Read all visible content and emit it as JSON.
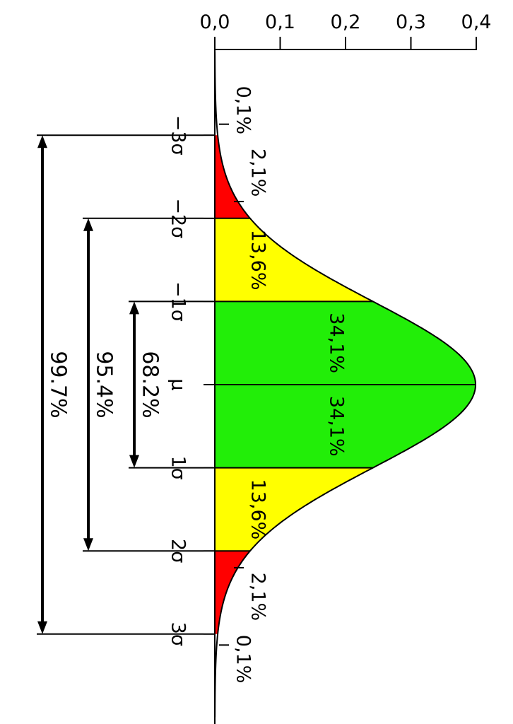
{
  "chart_data": {
    "type": "area",
    "title": "",
    "xlabel": "",
    "ylabel": "",
    "orientation": "rotated-90-clockwise",
    "x_range": [
      -4,
      4
    ],
    "y_range": [
      0,
      0.4
    ],
    "y_ticks": [
      {
        "value": 0.0,
        "label": "0,0"
      },
      {
        "value": 0.1,
        "label": "0,1"
      },
      {
        "value": 0.2,
        "label": "0,2"
      },
      {
        "value": 0.3,
        "label": "0,3"
      },
      {
        "value": 0.4,
        "label": "0,4"
      }
    ],
    "x_ticks": [
      {
        "value": -3,
        "label": "−3σ"
      },
      {
        "value": -2,
        "label": "−2σ"
      },
      {
        "value": -1,
        "label": "−1σ"
      },
      {
        "value": 0,
        "label": "μ"
      },
      {
        "value": 1,
        "label": "1σ"
      },
      {
        "value": 2,
        "label": "2σ"
      },
      {
        "value": 3,
        "label": "3σ"
      }
    ],
    "curve": "standard normal probability density",
    "bands": [
      {
        "from": -3,
        "to": -2,
        "percent": 2.1,
        "label": "2,1%",
        "color": "#ff0000"
      },
      {
        "from": -2,
        "to": -1,
        "percent": 13.6,
        "label": "13,6%",
        "color": "#ffff00"
      },
      {
        "from": -1,
        "to": 0,
        "percent": 34.1,
        "label": "34,1%",
        "color": "#22ee08"
      },
      {
        "from": 0,
        "to": 1,
        "percent": 34.1,
        "label": "34,1%",
        "color": "#22ee08"
      },
      {
        "from": 1,
        "to": 2,
        "percent": 13.6,
        "label": "13,6%",
        "color": "#ffff00"
      },
      {
        "from": 2,
        "to": 3,
        "percent": 2.1,
        "label": "2,1%",
        "color": "#ff0000"
      }
    ],
    "tails": [
      {
        "side": "left",
        "percent": 0.1,
        "label": "0,1%"
      },
      {
        "side": "right",
        "percent": 0.1,
        "label": "0,1%"
      }
    ],
    "ranges": [
      {
        "from": -1,
        "to": 1,
        "percent": 68.2,
        "label": "68.2%"
      },
      {
        "from": -2,
        "to": 2,
        "percent": 95.4,
        "label": "95.4%"
      },
      {
        "from": -3,
        "to": 3,
        "percent": 99.7,
        "label": "99.7%"
      }
    ],
    "grid": false,
    "legend": "none"
  }
}
